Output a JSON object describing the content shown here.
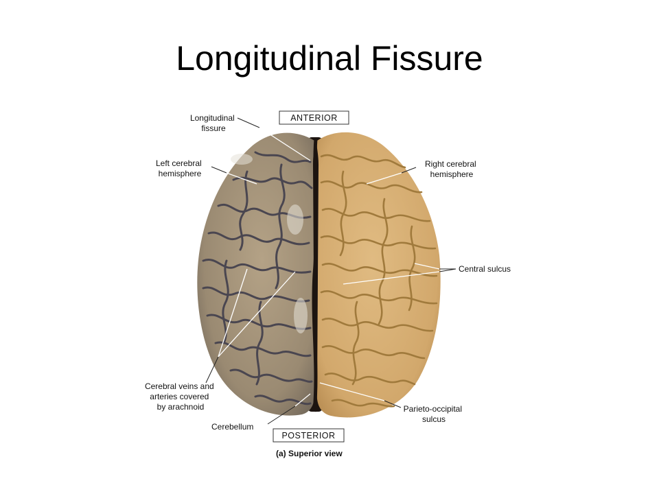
{
  "title": "Longitudinal Fissure",
  "orientation": {
    "anterior": "ANTERIOR",
    "posterior": "POSTERIOR"
  },
  "labels": {
    "longitudinal_fissure": [
      "Longitudinal",
      "fissure"
    ],
    "left_hemisphere": [
      "Left cerebral",
      "hemisphere"
    ],
    "right_hemisphere": [
      "Right cerebral",
      "hemisphere"
    ],
    "central_sulcus": "Central sulcus",
    "vessels": [
      "Cerebral veins and",
      "arteries covered",
      "by arachnoid"
    ],
    "cerebellum": "Cerebellum",
    "parieto_occipital": [
      "Parieto-occipital",
      "sulcus"
    ]
  },
  "caption": "(a) Superior view",
  "colors": {
    "left_hemisphere": "#a39176",
    "right_hemisphere": "#d6ae74",
    "fissure": "#1c1410"
  }
}
